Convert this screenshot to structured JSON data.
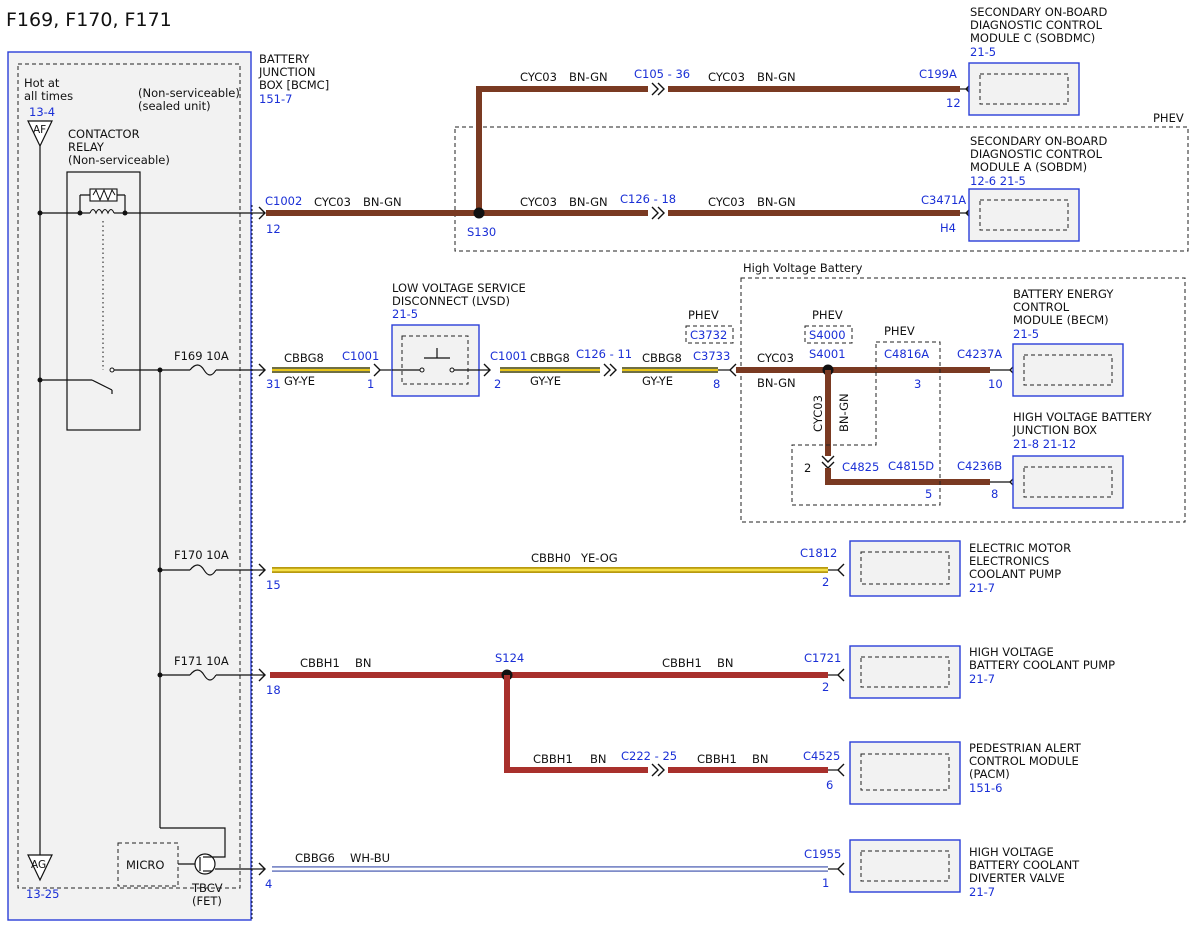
{
  "title": "F169, F170, F171",
  "colors": {
    "brown_wire": "#7a3a22",
    "red_wire": "#a8302c",
    "yellow_wire": "#e8c417",
    "gray_yellow_wire": "#8a8a60",
    "white_blue_wire": "#a9b4e6",
    "module_border": "#2a3fd8",
    "reference_text": "#1a2fd6"
  },
  "bjb": {
    "name_lines": [
      "BATTERY",
      "JUNCTION",
      "BOX [BCMC]"
    ],
    "ref": "151-7",
    "hot_lines": [
      "Hot at",
      "all times"
    ],
    "hot_ref": "13-4",
    "af_label": "AF",
    "non_serviceable": [
      "(Non-serviceable)",
      "(sealed unit)"
    ],
    "relay_lines": [
      "CONTACTOR",
      "RELAY",
      "(Non-serviceable)"
    ],
    "ag_label": "AG",
    "ag_ref": "13-25",
    "micro": "MICRO",
    "tbcv_lines": [
      "TBCV",
      "(FET)"
    ]
  },
  "fuses": [
    {
      "name": "F169 10A"
    },
    {
      "name": "F170 10A"
    },
    {
      "name": "F171 10A"
    }
  ],
  "labels": {
    "phev": "PHEV",
    "hv_battery": "High Voltage Battery",
    "lvsd_lines": [
      "LOW VOLTAGE SERVICE",
      "DISCONNECT (LVSD)"
    ],
    "lvsd_ref": "21-5"
  },
  "connectors": {
    "c1002": "C1002",
    "c1002_pin": "12",
    "s130": "S130",
    "c105": "C105 - 36",
    "c199a": "C199A",
    "c199a_pin": "12",
    "c126_18": "C126 - 18",
    "c3471a": "C3471A",
    "c3471a_pin": "H4",
    "c1001a": "C1001",
    "c1001a_pin": "1",
    "bjb_pin31": "31",
    "c1001b": "C1001",
    "c1001b_pin": "2",
    "c126_11": "C126 - 11",
    "c3732": "C3732",
    "c3733": "C3733",
    "c3733_pin": "8",
    "s4000": "S4000",
    "s4001": "S4001",
    "c4816a": "C4816A",
    "c4816a_pin": "3",
    "c4237a": "C4237A",
    "c4237a_pin": "10",
    "c4825": "C4825",
    "c4825_pin": "2",
    "c4815d": "C4815D",
    "c4815d_pin": "5",
    "c4236b": "C4236B",
    "c4236b_pin": "8",
    "bjb_pin15": "15",
    "c1812": "C1812",
    "c1812_pin": "2",
    "bjb_pin18": "18",
    "s124": "S124",
    "c1721": "C1721",
    "c1721_pin": "2",
    "c222": "C222 - 25",
    "c4525": "C4525",
    "c4525_pin": "6",
    "bjb_pin4": "4",
    "c1955": "C1955",
    "c1955_pin": "1"
  },
  "wires": {
    "cyc03": "CYC03",
    "bn_gn": "BN-GN",
    "cbbg8": "CBBG8",
    "gy_ye": "GY-YE",
    "cbbh0": "CBBH0",
    "ye_og": "YE-OG",
    "cbbh1": "CBBH1",
    "bn": "BN",
    "cbbg6": "CBBG6",
    "wh_bu": "WH-BU"
  },
  "modules": {
    "sobdmc": {
      "lines": [
        "SECONDARY ON-BOARD",
        "DIAGNOSTIC CONTROL",
        "MODULE C (SOBDMC)"
      ],
      "ref": "21-5"
    },
    "sobdm": {
      "lines": [
        "SECONDARY ON-BOARD",
        "DIAGNOSTIC CONTROL",
        "MODULE A (SOBDM)"
      ],
      "ref": "12-6  21-5"
    },
    "becm": {
      "lines": [
        "BATTERY ENERGY",
        "CONTROL",
        "MODULE (BECM)"
      ],
      "ref": "21-5"
    },
    "hvbjb": {
      "lines": [
        "HIGH VOLTAGE BATTERY",
        "JUNCTION BOX"
      ],
      "ref": "21-8  21-12"
    },
    "emecp": {
      "lines": [
        "ELECTRIC MOTOR",
        "ELECTRONICS",
        "COOLANT PUMP"
      ],
      "ref": "21-7"
    },
    "hvbcp": {
      "lines": [
        "HIGH VOLTAGE",
        "BATTERY COOLANT PUMP"
      ],
      "ref": "21-7"
    },
    "pacm": {
      "lines": [
        "PEDESTRIAN ALERT",
        "CONTROL MODULE",
        "(PACM)"
      ],
      "ref": "151-6"
    },
    "hvbcdv": {
      "lines": [
        "HIGH VOLTAGE",
        "BATTERY COOLANT",
        "DIVERTER VALVE"
      ],
      "ref": "21-7"
    }
  }
}
